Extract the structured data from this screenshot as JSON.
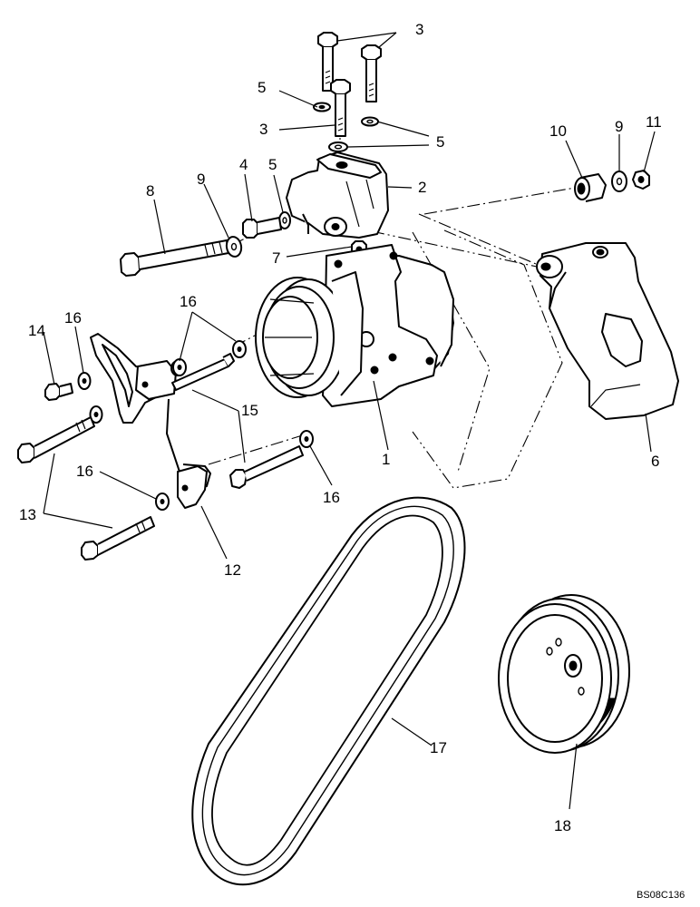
{
  "callouts": {
    "c1": "1",
    "c2": "2",
    "c3a": "3",
    "c3b": "3",
    "c4": "4",
    "c5a": "5",
    "c5b": "5",
    "c5c": "5",
    "c6": "6",
    "c7": "7",
    "c8": "8",
    "c9a": "9",
    "c9b": "9",
    "c10": "10",
    "c11": "11",
    "c12": "12",
    "c13": "13",
    "c14": "14",
    "c15": "15",
    "c16a": "16",
    "c16b": "16",
    "c16c": "16",
    "c16d": "16",
    "c17": "17",
    "c18": "18"
  },
  "reference_code": "BS08C136",
  "colors": {
    "line": "#000000",
    "background": "#ffffff"
  }
}
